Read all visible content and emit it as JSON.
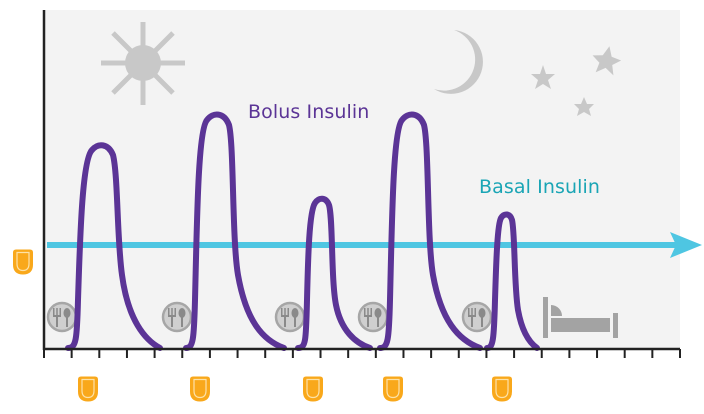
{
  "chart_data": {
    "type": "line",
    "title": "",
    "xlabel": "",
    "ylabel": "",
    "grid": false,
    "x_ticks_count": 24,
    "x_tick_labels": [],
    "legend": [],
    "annotations": [
      "Bolus Insulin",
      "Basal Insulin"
    ],
    "series": [
      {
        "name": "Bolus Insulin",
        "color": "#5b3496",
        "shape": "five meal-time peaks",
        "peaks": [
          {
            "x_tick": 2.1,
            "relative_height": 0.6
          },
          {
            "x_tick": 6.3,
            "relative_height": 0.7
          },
          {
            "x_tick": 10.0,
            "relative_height": 0.45
          },
          {
            "x_tick": 13.3,
            "relative_height": 0.7
          },
          {
            "x_tick": 16.6,
            "relative_height": 0.4
          }
        ]
      },
      {
        "name": "Basal Insulin",
        "color": "#4ec6e2",
        "shape": "constant flat arrow",
        "relative_height": 0.31
      }
    ]
  },
  "labels": {
    "bolus": "Bolus Insulin",
    "basal": "Basal Insulin"
  },
  "colors": {
    "bolus": "#5b3496",
    "basal_label": "#1aa5b5",
    "basal_arrow": "#4ec6e2",
    "panel": "#f3f3f3",
    "icons": "#c8c8c8",
    "dose": "#f9a81b"
  },
  "icons": {
    "sun": "sun-icon",
    "moon": "moon-icon",
    "stars": "star-icon",
    "meal": "fork-spoon-icon",
    "bed": "bed-icon",
    "dose": "insulin-dose-icon"
  },
  "meals": [
    62,
    177,
    290,
    373,
    477
  ],
  "doses": {
    "bolus_x": [
      88,
      200,
      313,
      393,
      502
    ],
    "basal_x": 23
  }
}
